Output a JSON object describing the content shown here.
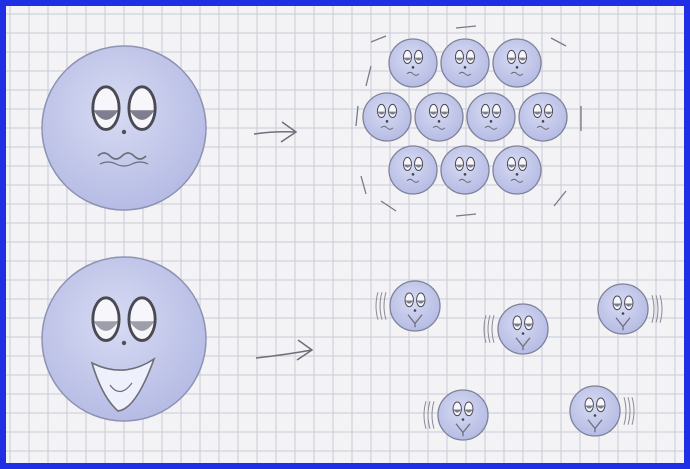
{
  "scene": {
    "description_type": "hand-drawn pencil sketch on graph paper",
    "frame_color": "#1f2fe6",
    "paper_color": "#f3f3f6",
    "grid_color": "#c9cbd6",
    "face_fill": "#c3c8ea",
    "pencil_color": "#6e6e78",
    "rows": [
      {
        "big_face_expression": "sad",
        "arrow": "right",
        "small_faces_arrangement": "tightly-packed-cluster",
        "small_face_count": 10
      },
      {
        "big_face_expression": "happy",
        "arrow": "right",
        "small_faces_arrangement": "scattered-moving",
        "small_face_count": 5
      }
    ]
  }
}
